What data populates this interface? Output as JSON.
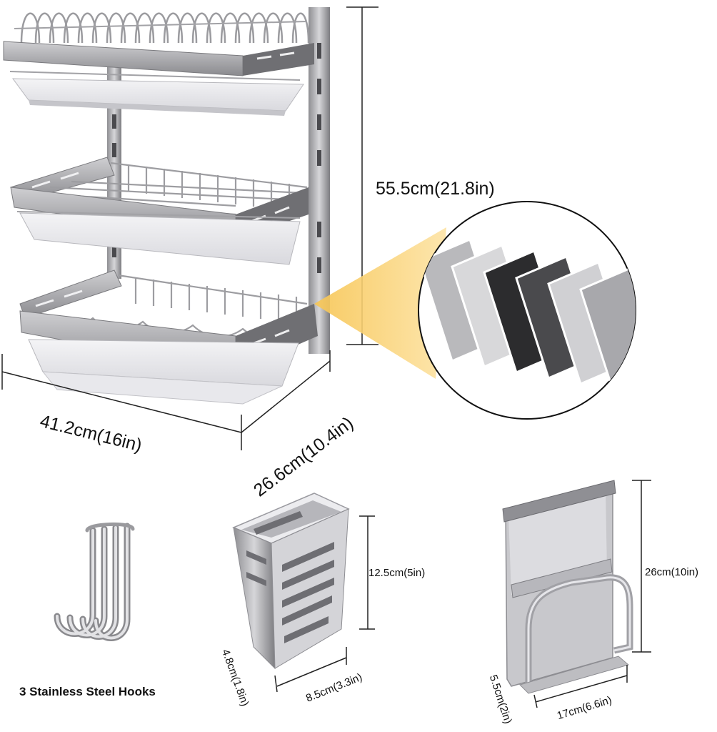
{
  "dimensions": {
    "rack_height": "55.5cm(21.8in)",
    "rack_width": "41.2cm(16in)",
    "rack_depth": "26.6cm(10.4in)",
    "cup_height": "12.5cm(5in)",
    "cup_depth": "4.8cm(1.8in)",
    "cup_width": "8.5cm(3.3in)",
    "board_holder_height": "26cm(10in)",
    "board_holder_depth": "5.5cm(2in)",
    "board_holder_width": "17cm(6.6in)"
  },
  "captions": {
    "hooks": "3 Stainless Steel Hooks"
  },
  "colors": {
    "steel_dark": "#6f6f73",
    "steel_mid": "#a9a9ad",
    "steel_light": "#dcdcdf",
    "callout_yellow": "#f7c552"
  },
  "finish_swatches": [
    "#b9b9bc",
    "#d8d8da",
    "#2c2c2e",
    "#4a4a4d",
    "#d0d0d3",
    "#a8a8ac"
  ]
}
